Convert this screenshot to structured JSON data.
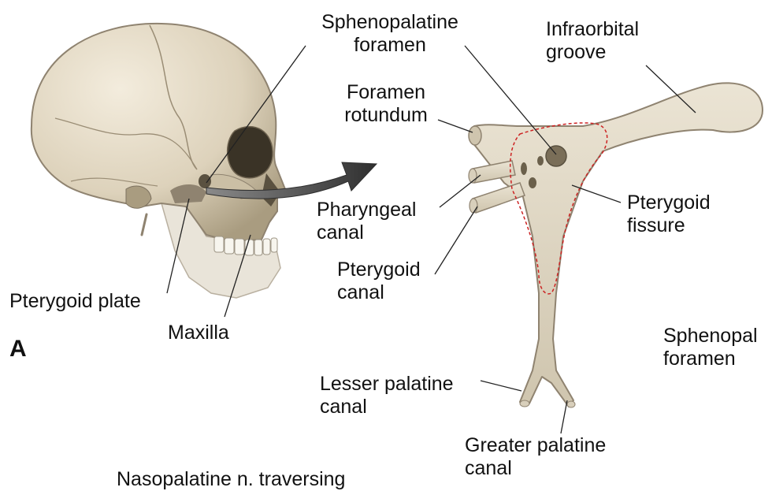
{
  "panel_label": "A",
  "labels": {
    "sphenopalatine_foramen_top": [
      "Sphenopalatine",
      "foramen"
    ],
    "infraorbital_groove": [
      "Infraorbital",
      "groove"
    ],
    "foramen_rotundum": [
      "Foramen",
      "rotundum"
    ],
    "pharyngeal_canal": [
      "Pharyngeal",
      "canal"
    ],
    "pterygoid_canal": [
      "Pterygoid",
      "canal"
    ],
    "pterygoid_fissure": [
      "Pterygoid",
      "fissure"
    ],
    "pterygoid_plate": "Pterygoid plate",
    "maxilla": "Maxilla",
    "sphenopalatine_foramen_right": [
      "Sphenopal",
      "foramen"
    ],
    "lesser_palatine_canal": [
      "Lesser palatine",
      "canal"
    ],
    "greater_palatine_canal": [
      "Greater palatine",
      "canal"
    ],
    "nasopalatine_caption": "Nasopalatine n. traversing"
  },
  "colors": {
    "bone": "#ddd4c1",
    "bone_shadow": "#b7ab94",
    "fissure_outline": "#cc2222",
    "arrow": "#3f3f3f"
  }
}
